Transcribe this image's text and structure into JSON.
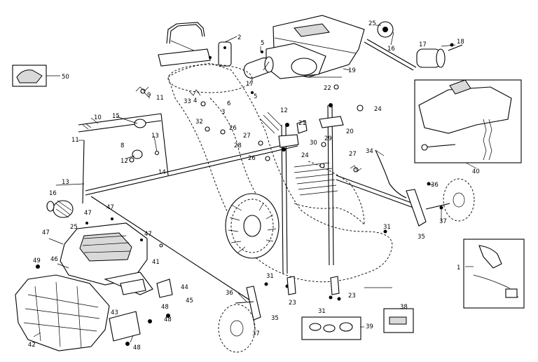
{
  "callouts": [
    {
      "id": "c1",
      "text": "1"
    },
    {
      "id": "c2",
      "text": "2"
    },
    {
      "id": "c3",
      "text": "3"
    },
    {
      "id": "c4",
      "text": "4"
    },
    {
      "id": "c5",
      "text": "5"
    },
    {
      "id": "c5b",
      "text": "5"
    },
    {
      "id": "c6",
      "text": "6"
    },
    {
      "id": "c8",
      "text": "8"
    },
    {
      "id": "c9",
      "text": "9"
    },
    {
      "id": "c10",
      "text": "10"
    },
    {
      "id": "c11",
      "text": "11"
    },
    {
      "id": "c11b",
      "text": "11"
    },
    {
      "id": "c12",
      "text": "12"
    },
    {
      "id": "c12b",
      "text": "12"
    },
    {
      "id": "c13",
      "text": "13"
    },
    {
      "id": "c13b",
      "text": "13"
    },
    {
      "id": "c14",
      "text": "14"
    },
    {
      "id": "c15",
      "text": "15"
    },
    {
      "id": "c16",
      "text": "16"
    },
    {
      "id": "c16b",
      "text": "16"
    },
    {
      "id": "c17",
      "text": "17"
    },
    {
      "id": "c17b",
      "text": "17"
    },
    {
      "id": "c18",
      "text": "18"
    },
    {
      "id": "c19",
      "text": "19"
    },
    {
      "id": "c20",
      "text": "20"
    },
    {
      "id": "c21",
      "text": "21"
    },
    {
      "id": "c22",
      "text": "22"
    },
    {
      "id": "c23",
      "text": "23"
    },
    {
      "id": "c23b",
      "text": "23"
    },
    {
      "id": "c24",
      "text": "24"
    },
    {
      "id": "c24b",
      "text": "24"
    },
    {
      "id": "c25",
      "text": "25"
    },
    {
      "id": "c25b",
      "text": "25"
    },
    {
      "id": "c26",
      "text": "26"
    },
    {
      "id": "c26b",
      "text": "26"
    },
    {
      "id": "c27",
      "text": "27"
    },
    {
      "id": "c27b",
      "text": "27"
    },
    {
      "id": "c28",
      "text": "28"
    },
    {
      "id": "c29",
      "text": "29"
    },
    {
      "id": "c30",
      "text": "30"
    },
    {
      "id": "c31",
      "text": "31"
    },
    {
      "id": "c31b",
      "text": "31"
    },
    {
      "id": "c31c",
      "text": "31"
    },
    {
      "id": "c32",
      "text": "32"
    },
    {
      "id": "c33",
      "text": "33"
    },
    {
      "id": "c34",
      "text": "34"
    },
    {
      "id": "c35",
      "text": "35"
    },
    {
      "id": "c35b",
      "text": "35"
    },
    {
      "id": "c36",
      "text": "36"
    },
    {
      "id": "c36b",
      "text": "36"
    },
    {
      "id": "c37",
      "text": "37"
    },
    {
      "id": "c37b",
      "text": "37"
    },
    {
      "id": "c38",
      "text": "38"
    },
    {
      "id": "c39",
      "text": "39"
    },
    {
      "id": "c40",
      "text": "40"
    },
    {
      "id": "c41",
      "text": "41"
    },
    {
      "id": "c42",
      "text": "42"
    },
    {
      "id": "c43",
      "text": "43"
    },
    {
      "id": "c44",
      "text": "44"
    },
    {
      "id": "c45",
      "text": "45"
    },
    {
      "id": "c46",
      "text": "46"
    },
    {
      "id": "c47",
      "text": "47"
    },
    {
      "id": "c47b",
      "text": "47"
    },
    {
      "id": "c47c",
      "text": "47"
    },
    {
      "id": "c47d",
      "text": "47"
    },
    {
      "id": "c48",
      "text": "48"
    },
    {
      "id": "c48b",
      "text": "48"
    },
    {
      "id": "c48c",
      "text": "48"
    },
    {
      "id": "c49",
      "text": "49"
    },
    {
      "id": "c50",
      "text": "50"
    }
  ]
}
